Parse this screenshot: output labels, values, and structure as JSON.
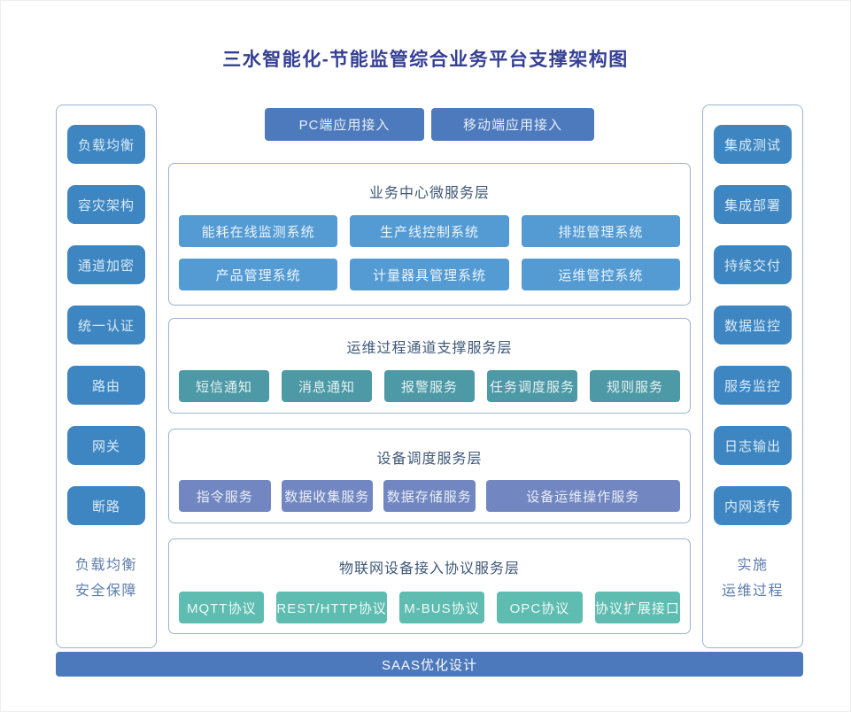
{
  "page_title": "三水智能化-节能监管综合业务平台支撑架构图",
  "access_buttons": {
    "pc": "PC端应用接入",
    "mobile": "移动端应用接入"
  },
  "left_panel": {
    "items": [
      "负载均衡",
      "容灾架构",
      "通道加密",
      "统一认证",
      "路由",
      "网关",
      "断路"
    ],
    "caption_line1": "负载均衡",
    "caption_line2": "安全保障"
  },
  "right_panel": {
    "items": [
      "集成测试",
      "集成部署",
      "持续交付",
      "数据监控",
      "服务监控",
      "日志输出",
      "内网透传"
    ],
    "caption_line1": "实施",
    "caption_line2": "运维过程"
  },
  "layers": {
    "business": {
      "title": "业务中心微服务层",
      "boxes": [
        "能耗在线监测系统",
        "生产线控制系统",
        "排班管理系统",
        "产品管理系统",
        "计量器具管理系统",
        "运维管控系统"
      ]
    },
    "channel": {
      "title": "运维过程通道支撑服务层",
      "boxes": [
        "短信通知",
        "消息通知",
        "报警服务",
        "任务调度服务",
        "规则服务"
      ]
    },
    "device": {
      "title": "设备调度服务层",
      "boxes": [
        "指令服务",
        "数据收集服务",
        "数据存储服务",
        "设备运维操作服务"
      ]
    },
    "protocol": {
      "title": "物联网设备接入协议服务层",
      "boxes": [
        "MQTT协议",
        "REST/HTTP协议",
        "M-BUS协议",
        "OPC协议",
        "协议扩展接口"
      ]
    }
  },
  "footer_bar": {
    "label": "SAAS优化设计"
  },
  "colors": {
    "title_text": "#343f95",
    "primary_blue": "#4d7abd",
    "sidebar_box_blue": "#3e86c1",
    "business_box_blue": "#549bd4",
    "channel_box_teal": "#4d99a6",
    "device_box_slate": "#7287c1",
    "protocol_box_mint": "#5ebcb1",
    "container_border": "#9db3cf",
    "layer_title_text": "#3f5878",
    "caption_text": "#5e7cab"
  }
}
